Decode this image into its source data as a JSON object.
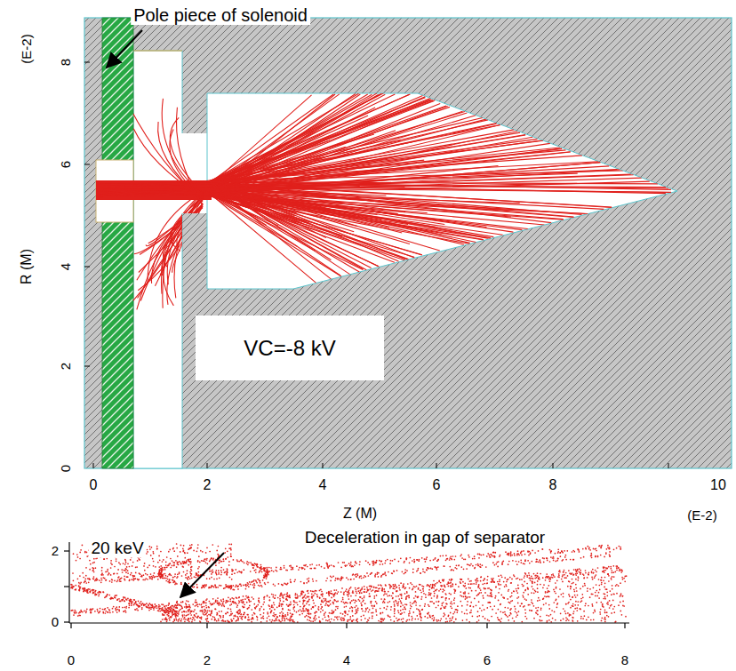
{
  "diagram": {
    "nodes": [
      {
        "text": [
          "VC=-8 kV"
        ]
      }
    ],
    "labels": [
      "Pole piece of solenoid",
      "(E-2)",
      "8",
      "6",
      "4",
      "2",
      "0",
      "R (M)",
      "0",
      "2",
      "4",
      "6",
      "8",
      "10",
      "Z (M)",
      "(E-2)",
      "20 keV",
      "Deceleration in gap of separator",
      "2",
      "0",
      "0",
      "2",
      "4",
      "6",
      "8"
    ]
  }
}
